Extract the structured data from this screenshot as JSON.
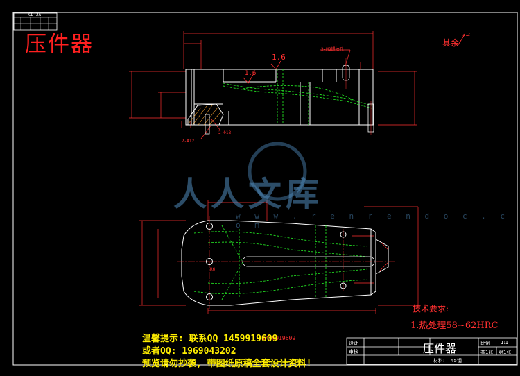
{
  "drawing": {
    "title": "压件器",
    "stamp_code": "CD-2A",
    "roughness_label": "其余",
    "roughness_value": "3.2"
  },
  "tech_requirements": {
    "title": "技术要求:",
    "items": [
      "1.热处理58~62HRC"
    ]
  },
  "annotations": {
    "top_roughness_value": "1.6",
    "inner_roughness_value": "1.6",
    "hole_callout_1": "3-M8螺纹孔",
    "hole_callout_2": "2-Φ12",
    "hole_callout_3": "2-Φ18",
    "radius_callout": "R6",
    "red_overlay_note": "1459919609"
  },
  "notice": {
    "line1": "温馨提示: 联系QQ 1459919609",
    "line2": "或者QQ: 1969043202",
    "line3": "预览请勿抄袭, 带图纸原稿全套设计资料!"
  },
  "watermark": {
    "brand": "人人文库",
    "url": "w w w . r e n r e n d o c . c o m"
  },
  "title_block": {
    "part_name": "压件器",
    "design_label": "设计",
    "review_label": "审核",
    "scale_label": "比例",
    "scale_value": "1:1",
    "sheets_label": "共1张",
    "sheet_label": "第1张",
    "material_label": "材料:",
    "material_value": "45钢"
  },
  "colors": {
    "title_red": "#ff2020",
    "outline_white": "#ffffff",
    "hidden_green": "#22dd22",
    "dimension_red": "#ff3030",
    "notice_yellow": "#ffee00"
  }
}
